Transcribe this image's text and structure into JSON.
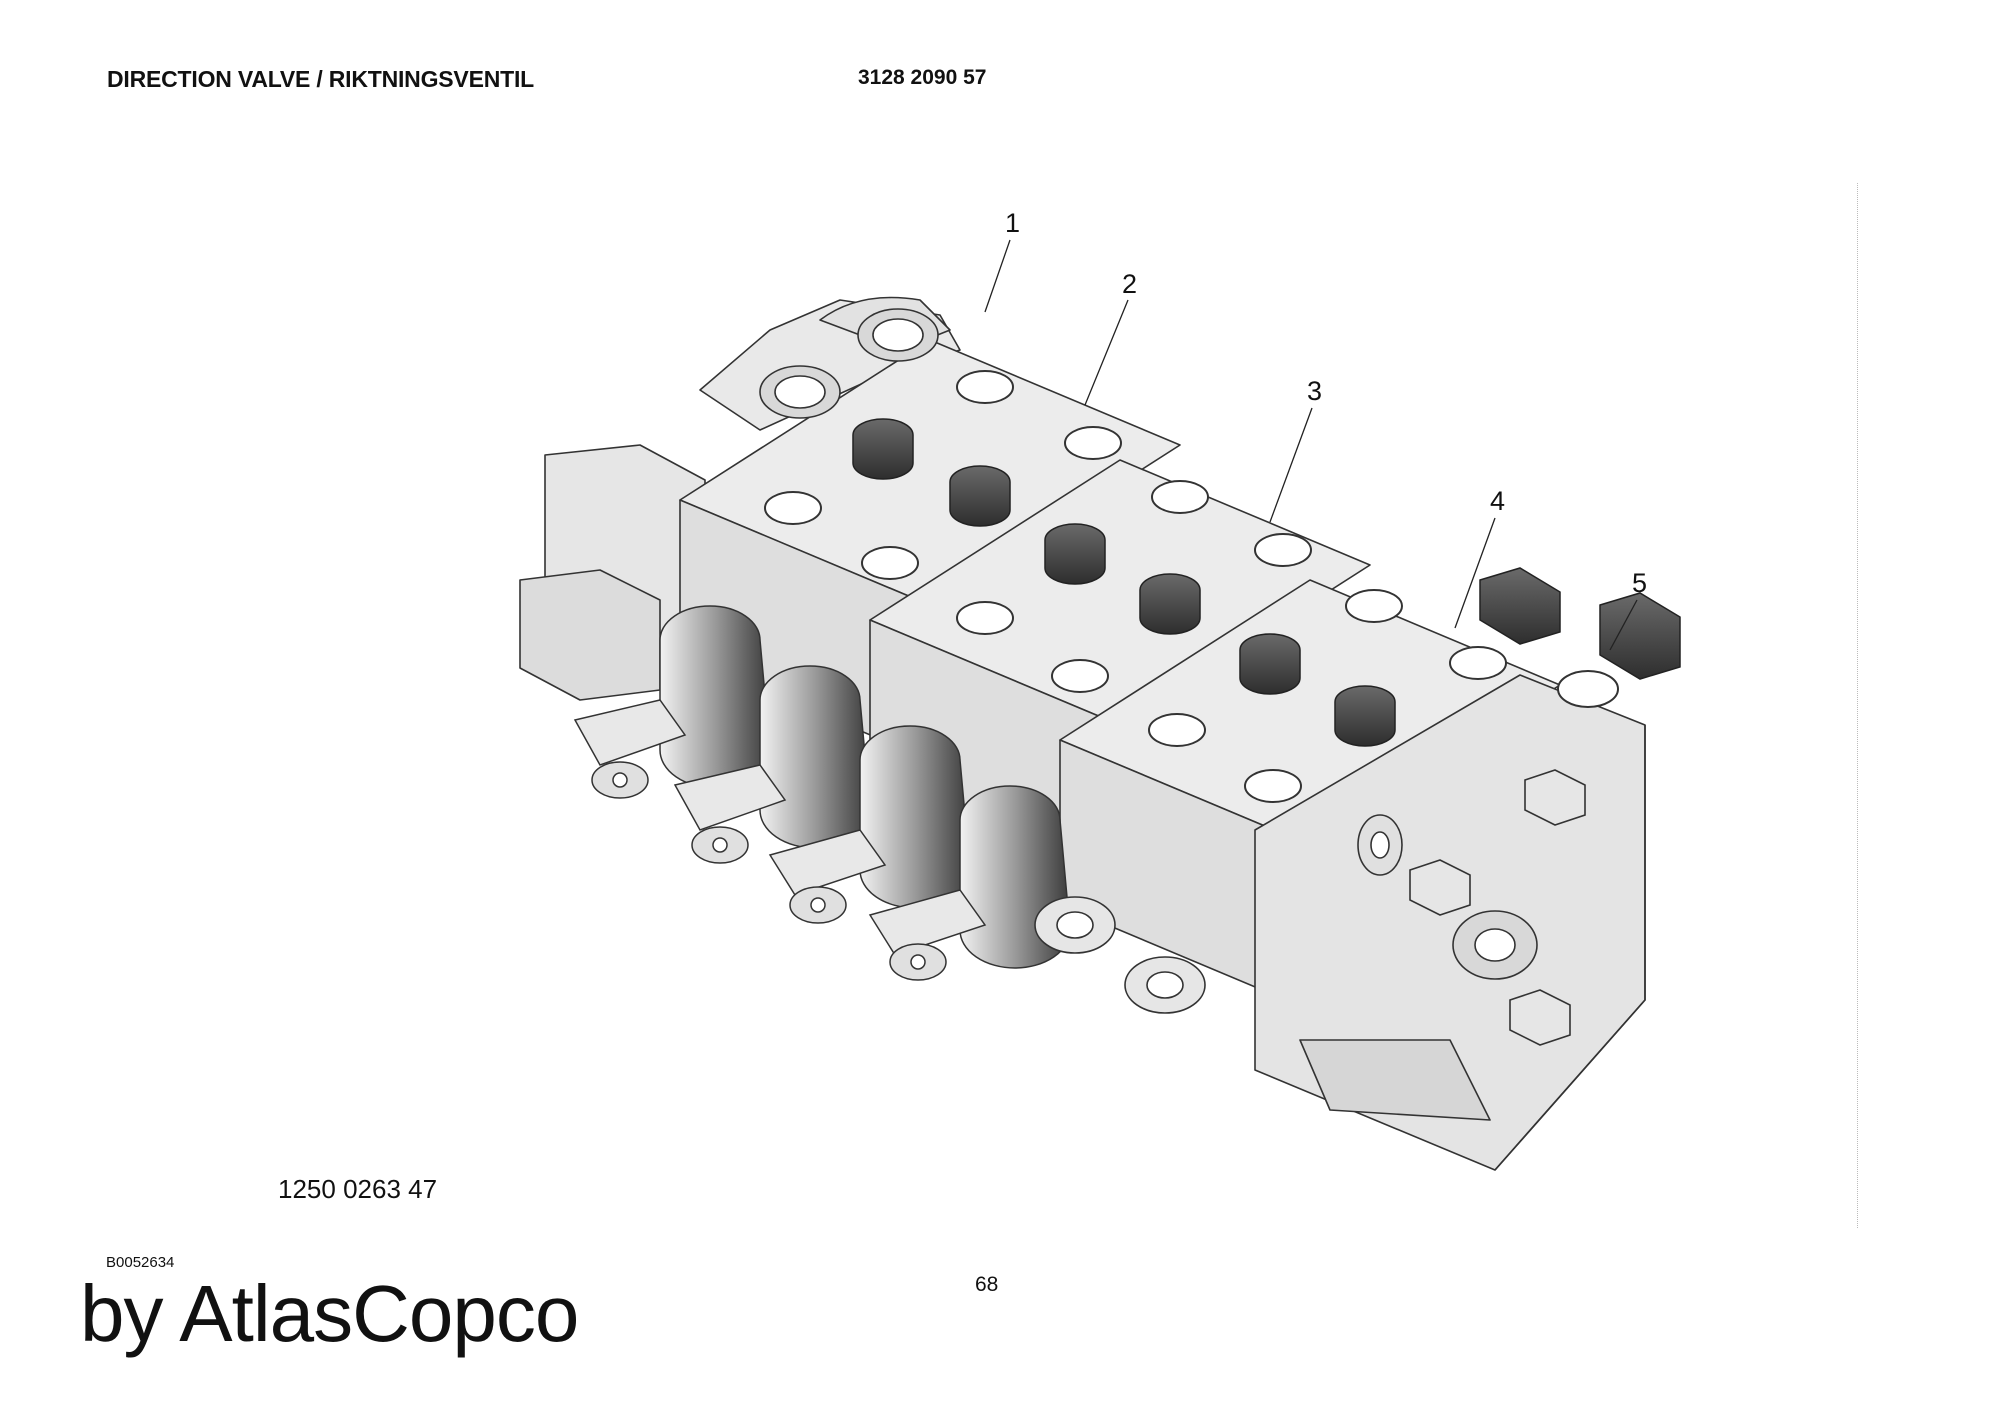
{
  "header": {
    "title": "DIRECTION VALVE / RIKTNINGSVENTIL",
    "part_number": "3128 2090 57"
  },
  "figure": {
    "drawing_number": "1250 0263 47",
    "callouts": [
      "1",
      "2",
      "3",
      "4",
      "5"
    ]
  },
  "footer": {
    "doc_code": "B0052634",
    "page_number": "68",
    "brand": "by AtlasCopco"
  }
}
